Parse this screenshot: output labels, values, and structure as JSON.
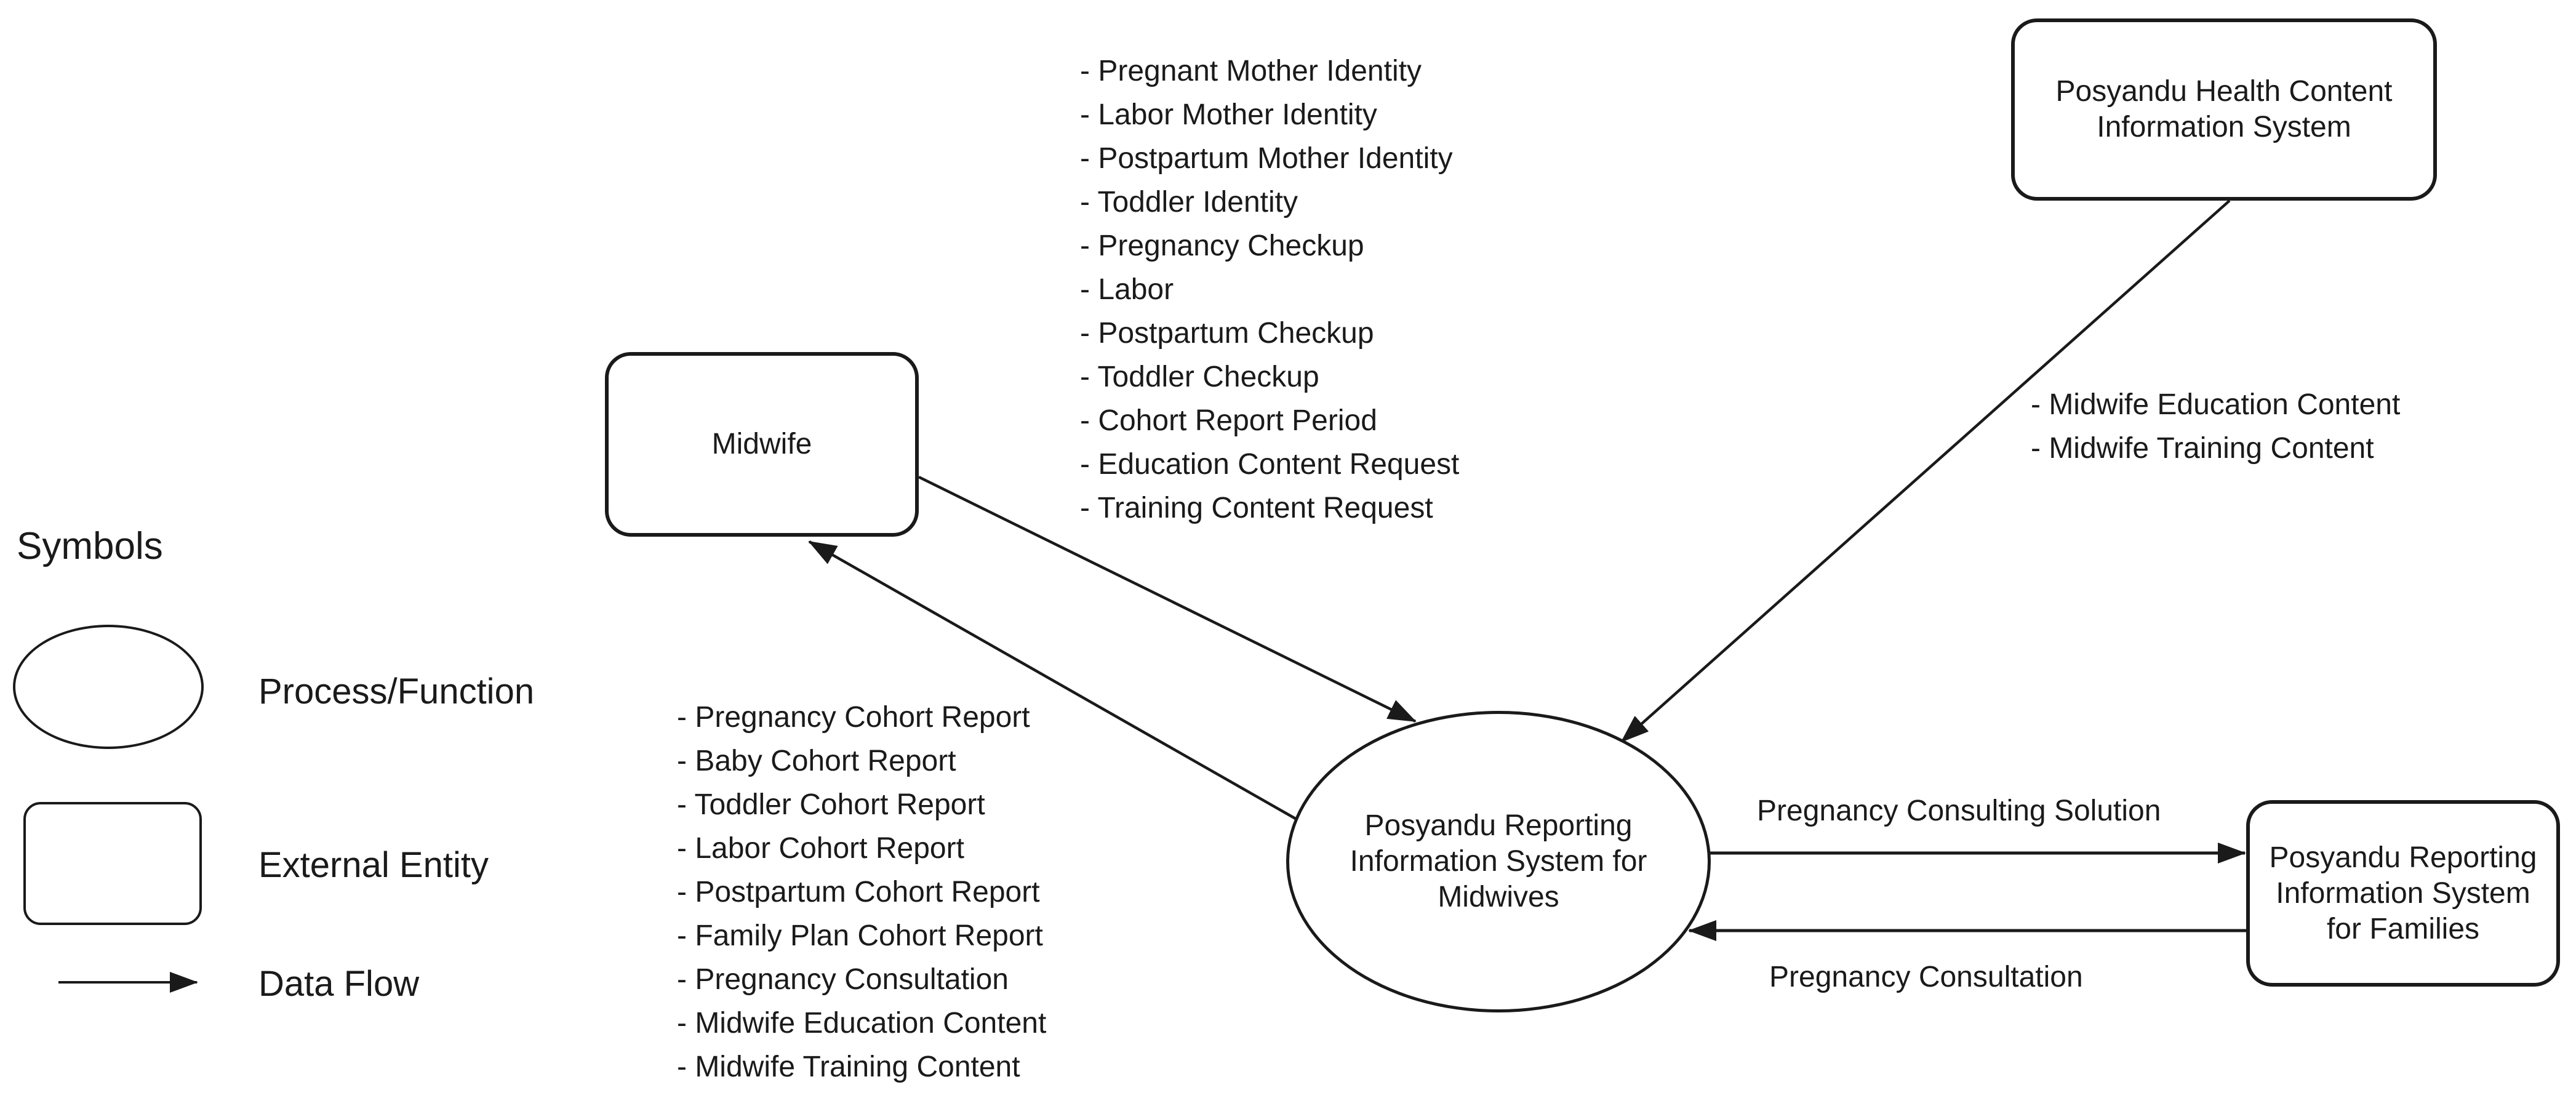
{
  "colors": {
    "ink": "#1a1a1a",
    "background": "#ffffff"
  },
  "legend": {
    "title": "Symbols",
    "items": [
      {
        "symbol": "ellipse-icon",
        "label": "Process/Function"
      },
      {
        "symbol": "rounded-rect-icon",
        "label": "External Entity"
      },
      {
        "symbol": "arrow-icon",
        "label": "Data Flow"
      }
    ]
  },
  "nodes": {
    "midwife": {
      "type": "external-entity",
      "label": "Midwife"
    },
    "health_content_system": {
      "type": "external-entity",
      "label": "Posyandu Health Content Information System",
      "lines": [
        "Posyandu Health Content",
        "Information System"
      ]
    },
    "midwife_system": {
      "type": "process",
      "label": "Posyandu Reporting Information System for Midwives",
      "lines": [
        "Posyandu Reporting",
        "Information System for",
        "Midwives"
      ]
    },
    "family_system": {
      "type": "external-entity",
      "label": "Posyandu Reporting Information System for Families",
      "lines": [
        "Posyandu Reporting",
        "Information System",
        "for Families"
      ]
    }
  },
  "flows": {
    "midwife_to_system": {
      "from": "Midwife",
      "to": "Posyandu Reporting Information System for Midwives",
      "items": [
        "- Pregnant Mother Identity",
        "- Labor Mother Identity",
        "- Postpartum Mother Identity",
        "- Toddler Identity",
        "- Pregnancy Checkup",
        "- Labor",
        "- Postpartum Checkup",
        "- Toddler Checkup",
        "- Cohort Report Period",
        "- Education Content Request",
        "- Training Content Request"
      ]
    },
    "system_to_midwife": {
      "from": "Posyandu Reporting Information System for Midwives",
      "to": "Midwife",
      "items": [
        "- Pregnancy Cohort Report",
        "- Baby Cohort Report",
        "- Toddler Cohort Report",
        "- Labor Cohort Report",
        "- Postpartum Cohort Report",
        "- Family Plan Cohort Report",
        "- Pregnancy Consultation",
        "- Midwife Education Content",
        "- Midwife Training Content"
      ]
    },
    "content_to_system": {
      "from": "Posyandu Health Content Information System",
      "to": "Posyandu Reporting Information System for Midwives",
      "items": [
        "- Midwife Education Content",
        "- Midwife Training Content"
      ]
    },
    "system_to_family": {
      "from": "Posyandu Reporting Information System for Midwives",
      "to": "Posyandu Reporting Information System for Families",
      "label": "Pregnancy Consulting Solution"
    },
    "family_to_system": {
      "from": "Posyandu Reporting Information System for Families",
      "to": "Posyandu Reporting Information System for Midwives",
      "label": "Pregnancy Consultation"
    }
  }
}
